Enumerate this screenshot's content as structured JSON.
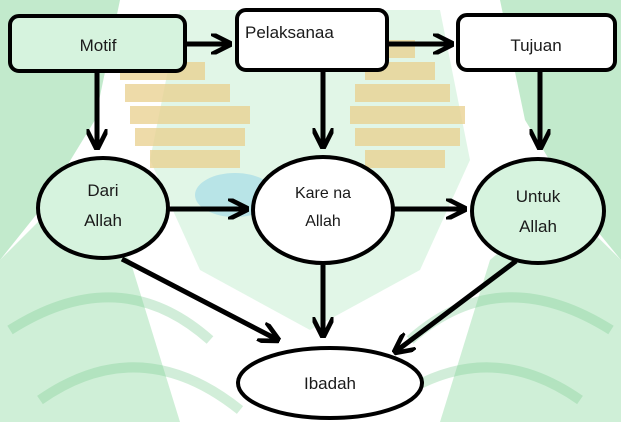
{
  "colors": {
    "background_green": "#5fc47a",
    "pale_green": "#c9eed3",
    "watermark_gold": "#e9d08d",
    "watermark_blue": "#8fd2e8",
    "node_green_fill": "#d6f3de",
    "node_white_fill": "#ffffff",
    "stroke": "#000000"
  },
  "nodes": {
    "motif": {
      "label": "Motif"
    },
    "pelaksanaa": {
      "label": "Pelaksanaa"
    },
    "tujuan": {
      "label": "Tujuan"
    },
    "dari_allah": {
      "line1": "Dari",
      "line2": "Allah"
    },
    "karena_allah": {
      "line1": "Kare na",
      "line2": "Allah"
    },
    "untuk_allah": {
      "line1": "Untuk",
      "line2": "Allah"
    },
    "ibadah": {
      "label": "Ibadah"
    }
  },
  "edges": [
    {
      "from": "motif",
      "to": "pelaksanaa"
    },
    {
      "from": "pelaksanaa",
      "to": "tujuan"
    },
    {
      "from": "motif",
      "to": "dari_allah"
    },
    {
      "from": "pelaksanaa",
      "to": "karena_allah"
    },
    {
      "from": "tujuan",
      "to": "untuk_allah"
    },
    {
      "from": "dari_allah",
      "to": "karena_allah"
    },
    {
      "from": "karena_allah",
      "to": "untuk_allah"
    },
    {
      "from": "dari_allah",
      "to": "ibadah"
    },
    {
      "from": "karena_allah",
      "to": "ibadah"
    },
    {
      "from": "untuk_allah",
      "to": "ibadah"
    }
  ]
}
